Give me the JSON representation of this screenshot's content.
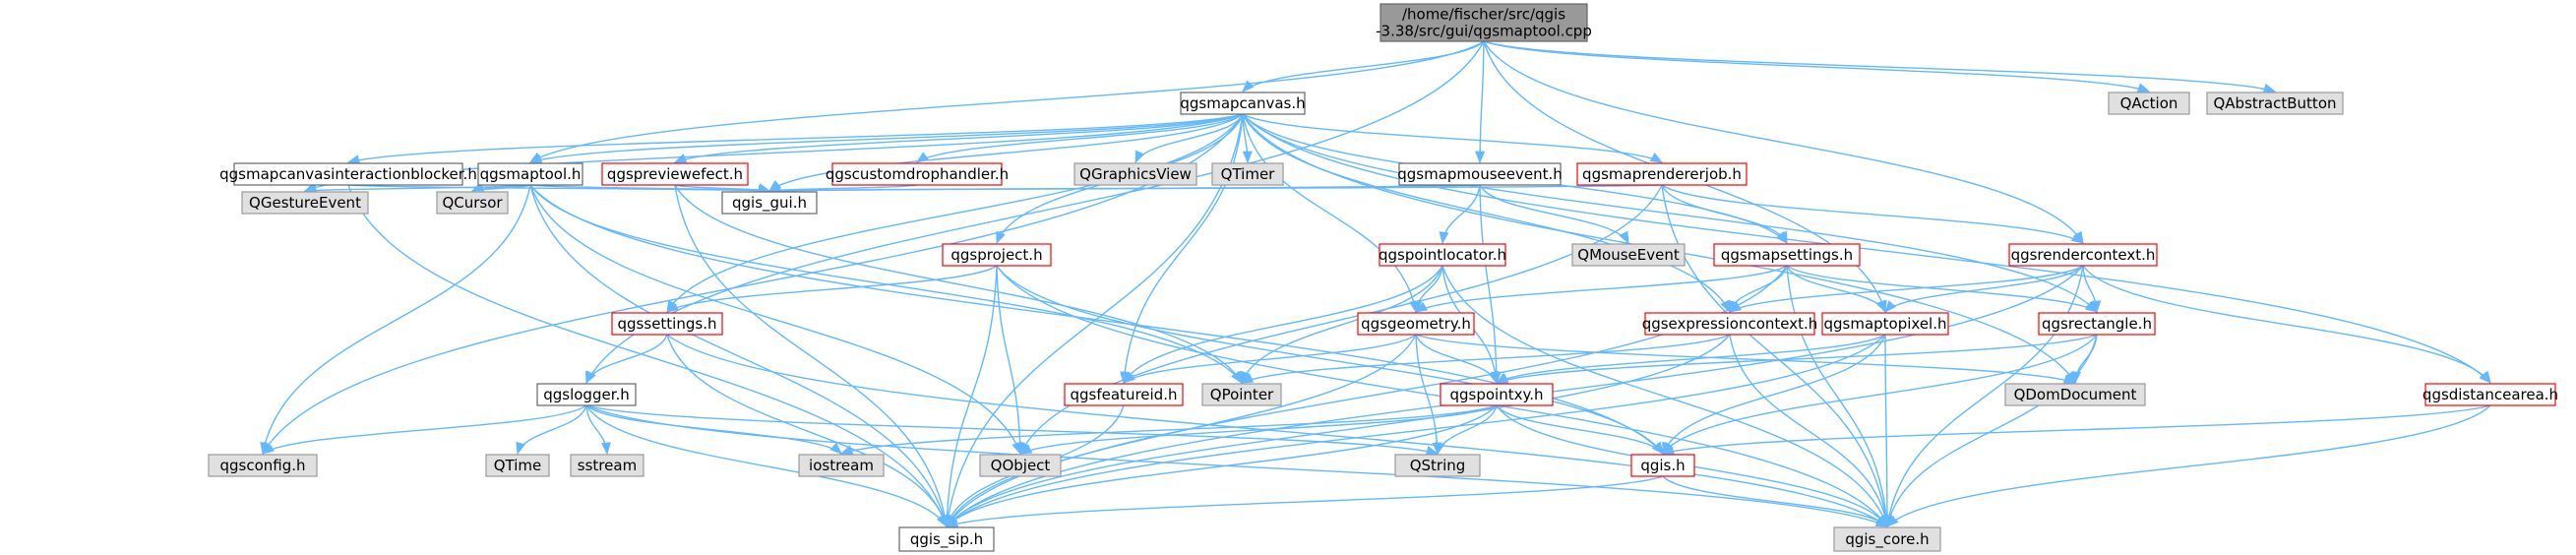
{
  "colors": {
    "edge": "#63b8ff",
    "root_fill": "#999999",
    "root_border": "#666666",
    "doc_fill": "#ffffff",
    "doc_border_ok": "#666666",
    "doc_border_incomplete": "#ff0000",
    "external_fill": "#e0e0e0",
    "external_border": "#999999"
  },
  "nodes": [
    {
      "id": "root",
      "lines": [
        "/home/fischer/src/qgis",
        "-3.38/src/gui/qgsmaptool.cpp"
      ],
      "kind": "root"
    },
    {
      "id": "qgsmapcanvas",
      "lines": [
        "qgsmapcanvas.h"
      ],
      "kind": "doc"
    },
    {
      "id": "qaction",
      "lines": [
        "QAction"
      ],
      "kind": "external"
    },
    {
      "id": "qabstractbutton",
      "lines": [
        "QAbstractButton"
      ],
      "kind": "external"
    },
    {
      "id": "interactionblocker",
      "lines": [
        "qgsmapcanvasinteractionblocker.h"
      ],
      "kind": "doc"
    },
    {
      "id": "qgsmaptool",
      "lines": [
        "qgsmaptool.h"
      ],
      "kind": "doc"
    },
    {
      "id": "qgspreviewefect",
      "lines": [
        "qgspreviewefect.h"
      ],
      "kind": "incomplete"
    },
    {
      "id": "qgscustomdrophandler",
      "lines": [
        "qgscustomdrophandler.h"
      ],
      "kind": "incomplete"
    },
    {
      "id": "qgraphicsview",
      "lines": [
        "QGraphicsView"
      ],
      "kind": "external"
    },
    {
      "id": "qtimer",
      "lines": [
        "QTimer"
      ],
      "kind": "external"
    },
    {
      "id": "qgsmapmouseevent",
      "lines": [
        "qgsmapmouseevent.h"
      ],
      "kind": "doc"
    },
    {
      "id": "qgsmaprendererjob",
      "lines": [
        "qgsmaprendererjob.h"
      ],
      "kind": "incomplete"
    },
    {
      "id": "qgestureevent",
      "lines": [
        "QGestureEvent"
      ],
      "kind": "external"
    },
    {
      "id": "qcursor",
      "lines": [
        "QCursor"
      ],
      "kind": "external"
    },
    {
      "id": "qgis_gui",
      "lines": [
        "qgis_gui.h"
      ],
      "kind": "doc"
    },
    {
      "id": "qgsproject",
      "lines": [
        "qgsproject.h"
      ],
      "kind": "incomplete"
    },
    {
      "id": "qgspointlocator",
      "lines": [
        "qgspointlocator.h"
      ],
      "kind": "incomplete"
    },
    {
      "id": "qmouseevent",
      "lines": [
        "QMouseEvent"
      ],
      "kind": "external"
    },
    {
      "id": "qgsmapsettings",
      "lines": [
        "qgsmapsettings.h"
      ],
      "kind": "incomplete"
    },
    {
      "id": "qgsrendercontext",
      "lines": [
        "qgsrendercontext.h"
      ],
      "kind": "incomplete"
    },
    {
      "id": "qgssettings",
      "lines": [
        "qgssettings.h"
      ],
      "kind": "incomplete"
    },
    {
      "id": "qgsgeometry",
      "lines": [
        "qgsgeometry.h"
      ],
      "kind": "incomplete"
    },
    {
      "id": "qgsexpressioncontext",
      "lines": [
        "qgsexpressioncontext.h"
      ],
      "kind": "incomplete"
    },
    {
      "id": "qgsmaptopixel",
      "lines": [
        "qgsmaptopixel.h"
      ],
      "kind": "incomplete"
    },
    {
      "id": "qgsrectangle",
      "lines": [
        "qgsrectangle.h"
      ],
      "kind": "incomplete"
    },
    {
      "id": "qgslogger",
      "lines": [
        "qgslogger.h"
      ],
      "kind": "doc"
    },
    {
      "id": "qgsfeatureid",
      "lines": [
        "qgsfeatureid.h"
      ],
      "kind": "incomplete"
    },
    {
      "id": "qpointer",
      "lines": [
        "QPointer"
      ],
      "kind": "external"
    },
    {
      "id": "qgspointxy",
      "lines": [
        "qgspointxy.h"
      ],
      "kind": "incomplete"
    },
    {
      "id": "qdomdocument",
      "lines": [
        "QDomDocument"
      ],
      "kind": "external"
    },
    {
      "id": "qgsdistancearea",
      "lines": [
        "qgsdistancearea.h"
      ],
      "kind": "incomplete"
    },
    {
      "id": "qgsconfig",
      "lines": [
        "qgsconfig.h"
      ],
      "kind": "external"
    },
    {
      "id": "qtime",
      "lines": [
        "QTime"
      ],
      "kind": "external"
    },
    {
      "id": "sstream",
      "lines": [
        "sstream"
      ],
      "kind": "external"
    },
    {
      "id": "iostream",
      "lines": [
        "iostream"
      ],
      "kind": "external"
    },
    {
      "id": "qobject",
      "lines": [
        "QObject"
      ],
      "kind": "external"
    },
    {
      "id": "qstring",
      "lines": [
        "QString"
      ],
      "kind": "external"
    },
    {
      "id": "qgis_h",
      "lines": [
        "qgis.h"
      ],
      "kind": "incomplete"
    },
    {
      "id": "qgis_sip",
      "lines": [
        "qgis_sip.h"
      ],
      "kind": "doc"
    },
    {
      "id": "qgis_core",
      "lines": [
        "qgis_core.h"
      ],
      "kind": "external"
    }
  ],
  "edges": [
    [
      "root",
      "qgsmapcanvas"
    ],
    [
      "root",
      "qaction"
    ],
    [
      "root",
      "qabstractbutton"
    ],
    [
      "root",
      "qgsmaptool"
    ],
    [
      "root",
      "qgsmapmouseevent"
    ],
    [
      "root",
      "qgsrendercontext"
    ],
    [
      "root",
      "qgsmaptopixel"
    ],
    [
      "root",
      "qgslogger"
    ],
    [
      "qgsmapcanvas",
      "interactionblocker"
    ],
    [
      "qgsmapcanvas",
      "qgsmaptool"
    ],
    [
      "qgsmapcanvas",
      "qgspreviewefect"
    ],
    [
      "qgsmapcanvas",
      "qgscustomdrophandler"
    ],
    [
      "qgsmapcanvas",
      "qgraphicsview"
    ],
    [
      "qgsmapcanvas",
      "qtimer"
    ],
    [
      "qgsmapcanvas",
      "qgsmaprendererjob"
    ],
    [
      "qgsmapcanvas",
      "qgestureevent"
    ],
    [
      "qgsmapcanvas",
      "qgis_gui"
    ],
    [
      "qgsmapcanvas",
      "qgsproject"
    ],
    [
      "qgsmapcanvas",
      "qgsmapsettings"
    ],
    [
      "qgsmapcanvas",
      "qgsgeometry"
    ],
    [
      "qgsmapcanvas",
      "qgsexpressioncontext"
    ],
    [
      "qgsmapcanvas",
      "qgsrectangle"
    ],
    [
      "qgsmapcanvas",
      "qgsfeatureid"
    ],
    [
      "qgsmapcanvas",
      "qdomdocument"
    ],
    [
      "qgsmapcanvas",
      "qgsdistancearea"
    ],
    [
      "qgsmapcanvas",
      "qgssettings"
    ],
    [
      "qgsmapcanvas",
      "qgsconfig"
    ],
    [
      "qgsmapcanvas",
      "qgis_sip"
    ],
    [
      "interactionblocker",
      "qgis_gui"
    ],
    [
      "interactionblocker",
      "qgis_sip"
    ],
    [
      "qgsmaptool",
      "qgestureevent"
    ],
    [
      "qgsmaptool",
      "qcursor"
    ],
    [
      "qgsmaptool",
      "qgis_gui"
    ],
    [
      "qgsmaptool",
      "qgsconfig"
    ],
    [
      "qgsmaptool",
      "qobject"
    ],
    [
      "qgsmaptool",
      "qpointer"
    ],
    [
      "qgsmaptool",
      "qgis_h"
    ],
    [
      "qgsmaptool",
      "qgis_sip"
    ],
    [
      "qgspreviewefect",
      "qgis_gui"
    ],
    [
      "qgspreviewefect",
      "qgis_sip"
    ],
    [
      "qgspreviewefect",
      "qpointer"
    ],
    [
      "qgscustomdrophandler",
      "qgis_gui"
    ],
    [
      "qgsmapmouseevent",
      "qgis_gui"
    ],
    [
      "qgsmapmouseevent",
      "qgspointlocator"
    ],
    [
      "qgsmapmouseevent",
      "qmouseevent"
    ],
    [
      "qgsmapmouseevent",
      "qgspointxy"
    ],
    [
      "qgsmaprendererjob",
      "qgis_gui"
    ],
    [
      "qgsmaprendererjob",
      "qgsmapsettings"
    ],
    [
      "qgsmaprendererjob",
      "qgsrendercontext"
    ],
    [
      "qgsmaprendererjob",
      "qgis_core"
    ],
    [
      "qgsmaprendererjob",
      "qobject"
    ],
    [
      "qgsproject",
      "qgssettings"
    ],
    [
      "qgsproject",
      "qgis_core"
    ],
    [
      "qgsproject",
      "qobject"
    ],
    [
      "qgsproject",
      "qgis_h"
    ],
    [
      "qgsproject",
      "qgis_sip"
    ],
    [
      "qgspointlocator",
      "qgsgeometry"
    ],
    [
      "qgspointlocator",
      "qgspointxy"
    ],
    [
      "qgspointlocator",
      "qpointer"
    ],
    [
      "qgspointlocator",
      "qgsfeatureid"
    ],
    [
      "qgspointlocator",
      "qgis_core"
    ],
    [
      "qgsmapsettings",
      "qgsgeometry"
    ],
    [
      "qgsmapsettings",
      "qgsexpressioncontext"
    ],
    [
      "qgsmapsettings",
      "qgsmaptopixel"
    ],
    [
      "qgsmapsettings",
      "qgsrectangle"
    ],
    [
      "qgsmapsettings",
      "qgis_core"
    ],
    [
      "qgsmapsettings",
      "qgis_sip"
    ],
    [
      "qgsrendercontext",
      "qgsmaptopixel"
    ],
    [
      "qgsrendercontext",
      "qgsrectangle"
    ],
    [
      "qgsrendercontext",
      "qgsexpressioncontext"
    ],
    [
      "qgsrendercontext",
      "qgsdistancearea"
    ],
    [
      "qgsrendercontext",
      "qgis_core"
    ],
    [
      "qgsrendercontext",
      "qgis_sip"
    ],
    [
      "qgssettings",
      "qgslogger"
    ],
    [
      "qgssettings",
      "qgis_core"
    ],
    [
      "qgssettings",
      "qgis_sip"
    ],
    [
      "qgsgeometry",
      "qgsfeatureid"
    ],
    [
      "qgsgeometry",
      "qgspointxy"
    ],
    [
      "qgsgeometry",
      "qstring"
    ],
    [
      "qgsgeometry",
      "qdomdocument"
    ],
    [
      "qgsgeometry",
      "qgis_sip"
    ],
    [
      "qgsexpressioncontext",
      "qpointer"
    ],
    [
      "qgsexpressioncontext",
      "qgis_core"
    ],
    [
      "qgsexpressioncontext",
      "qgis_sip"
    ],
    [
      "qgsmaptopixel",
      "qgspointxy"
    ],
    [
      "qgsmaptopixel",
      "qgis_h"
    ],
    [
      "qgsmaptopixel",
      "qgis_core"
    ],
    [
      "qgsmaptopixel",
      "qgis_sip"
    ],
    [
      "qgsrectangle",
      "qgspointxy"
    ],
    [
      "qgsrectangle",
      "qdomdocument"
    ],
    [
      "qgsrectangle",
      "qgis_core"
    ],
    [
      "qgsrectangle",
      "qgis_h"
    ],
    [
      "qgslogger",
      "qgsconfig"
    ],
    [
      "qgslogger",
      "qtime"
    ],
    [
      "qgslogger",
      "sstream"
    ],
    [
      "qgslogger",
      "iostream"
    ],
    [
      "qgslogger",
      "qstring"
    ],
    [
      "qgslogger",
      "qgis_core"
    ],
    [
      "qgslogger",
      "qgis_sip"
    ],
    [
      "qgsfeatureid",
      "qgis_sip"
    ],
    [
      "qgspointxy",
      "qgis_h"
    ],
    [
      "qgspointxy",
      "qstring"
    ],
    [
      "qgspointxy",
      "qobject"
    ],
    [
      "qgspointxy",
      "qgis_core"
    ],
    [
      "qgspointxy",
      "qgis_sip"
    ],
    [
      "qgspointxy",
      "iostream"
    ],
    [
      "qgsdistancearea",
      "qgis_core"
    ],
    [
      "qgsdistancearea",
      "qgis_h"
    ],
    [
      "qgis_h",
      "qgis_core"
    ],
    [
      "qgis_h",
      "qgis_sip"
    ]
  ]
}
